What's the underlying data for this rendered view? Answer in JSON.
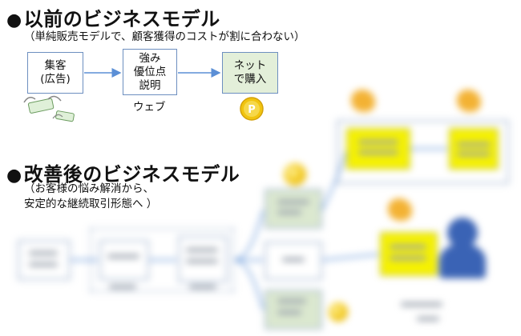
{
  "before": {
    "title": "以前のビジネスモデル",
    "subtitle": "（単純販売モデルで、顧客獲得のコストが割に合わない）",
    "boxes": [
      {
        "label": "集客\n(広告)"
      },
      {
        "label": "強み\n優位点\n説明"
      },
      {
        "label": "ネット\nで購入"
      }
    ],
    "web_label": "ウェブ",
    "coin_letter": "P"
  },
  "after": {
    "title": "改善後のビジネスモデル",
    "subtitle_line1": "（お客様の悩み解消から、",
    "subtitle_line2": "安定的な継続取引形態へ ）"
  },
  "icons": [
    "bullet-dot-icon",
    "flying-money-icon",
    "coin-icon",
    "arrow-icon",
    "bird-icon",
    "person-icon"
  ],
  "colors": {
    "box_border": "#6d8fc0",
    "green_fill": "#e3efd9",
    "yellow_fill": "#f6f200",
    "arrow": "#5b8fd6",
    "coin": "#f1c40f"
  }
}
